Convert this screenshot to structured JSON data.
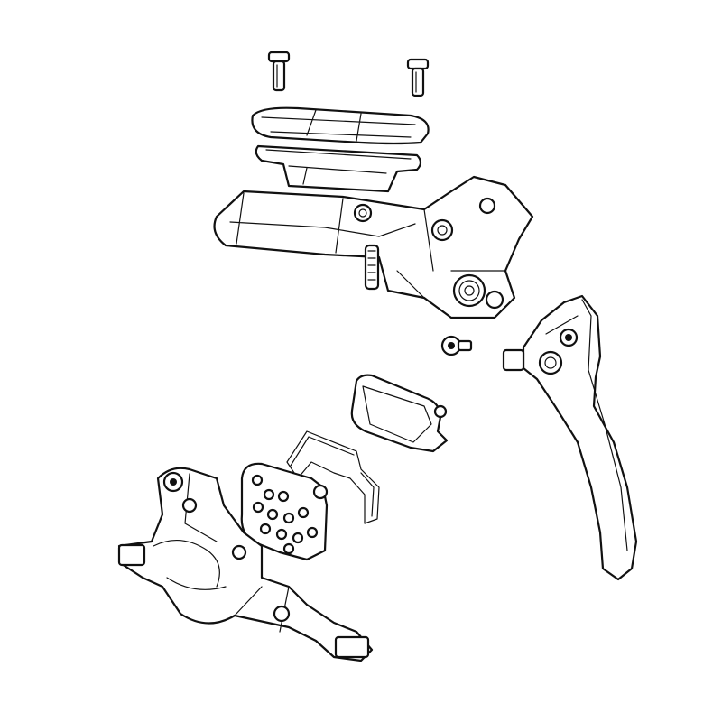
{
  "diagram": {
    "kind": "exploded line drawing",
    "colors": {
      "line": "#111111",
      "background": "#ffffff"
    },
    "parts": [
      "reservoir-bolt",
      "reservoir-bolt",
      "reservoir-cap",
      "reservoir-diaphragm",
      "master-cylinder-body",
      "pivot-bolt",
      "brake-lever",
      "brake-pad-rear",
      "pad-spring",
      "brake-pad-front",
      "caliper-body"
    ]
  }
}
